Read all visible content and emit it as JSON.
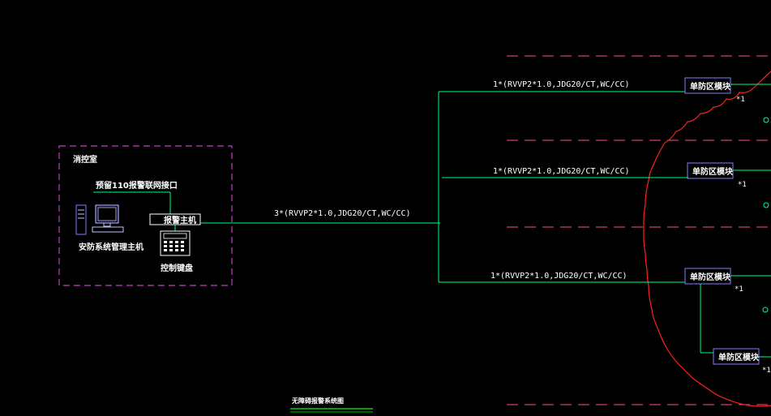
{
  "room_label": "消控室",
  "reserve_port_label": "预留110报警联网接口",
  "alarm_host_label": "报警主机",
  "keyboard_label": "控制键盘",
  "pc_label": "安防系统管理主机",
  "main_cable": "3*(RVVP2*1.0,JDG20/CT,WC/CC)",
  "branches": [
    {
      "cable": "1*(RVVP2*1.0,JDG20/CT,WC/CC)",
      "module": "单防区模块",
      "count": "*1"
    },
    {
      "cable": "1*(RVVP2*1.0,JDG20/CT,WC/CC)",
      "module": "单防区模块",
      "count": "*1"
    },
    {
      "cable": "1*(RVVP2*1.0,JDG20/CT,WC/CC)",
      "module": "单防区模块",
      "count": "*1"
    }
  ],
  "sub_module": {
    "module": "单防区模块",
    "count": "*1"
  },
  "caption": "无障碍报警系统图",
  "colors": {
    "room_border": "#c040c0",
    "wire": "#00ff80",
    "module_border": "#8080ff",
    "cloud": "#ff2020",
    "dashed_lines": "#ff5080",
    "caption_underline": "#00ff00"
  }
}
